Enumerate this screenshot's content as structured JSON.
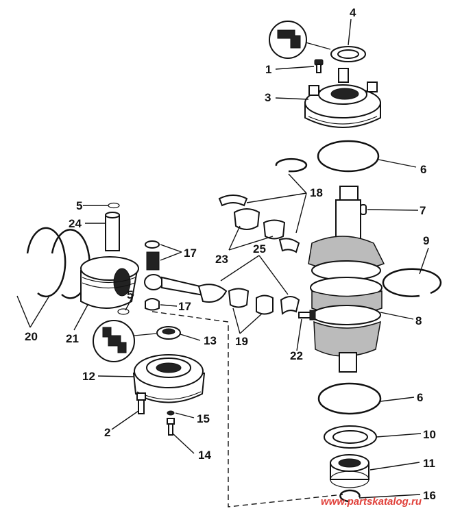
{
  "callouts": [
    "1",
    "2",
    "3",
    "4",
    "5",
    "5",
    "6",
    "6",
    "7",
    "8",
    "9",
    "10",
    "11",
    "12",
    "13",
    "14",
    "15",
    "16",
    "17",
    "17",
    "18",
    "19",
    "20",
    "21",
    "22",
    "23",
    "24",
    "25"
  ],
  "watermark": "www.partskatalog.ru",
  "colors": {
    "line": "#111111",
    "watermark": "#e0403a",
    "background": "#ffffff"
  }
}
